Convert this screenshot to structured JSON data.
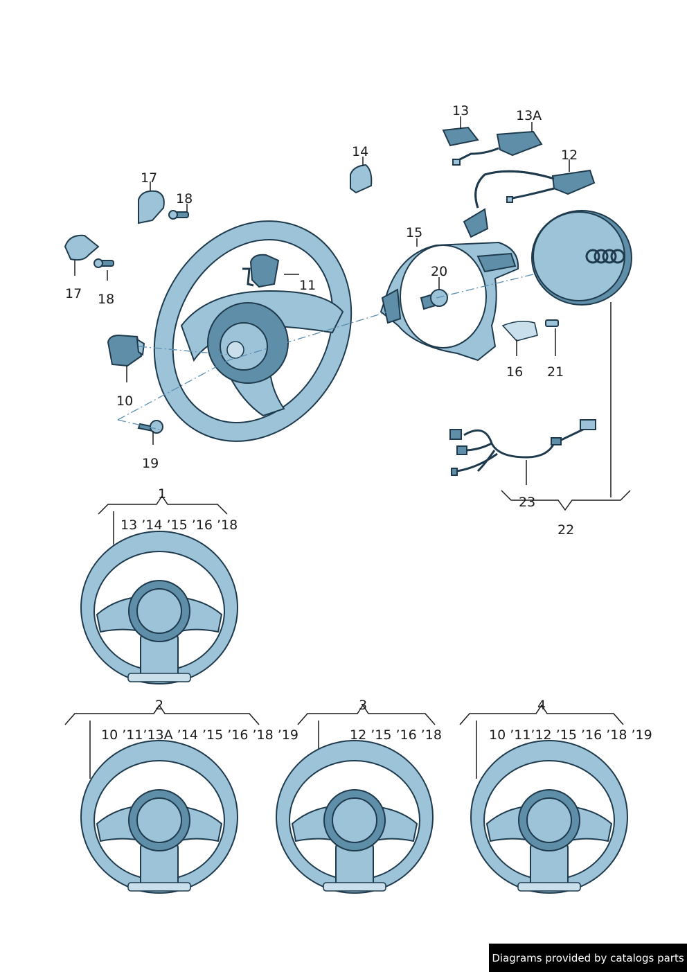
{
  "callouts": {
    "c1": "1",
    "c2": "2",
    "c3": "3",
    "c4": "4",
    "c10": "10",
    "c11": "11",
    "c12": "12",
    "c13": "13",
    "c13a": "13A",
    "c14": "14",
    "c15": "15",
    "c16": "16",
    "c17a": "17",
    "c17b": "17",
    "c18a": "18",
    "c18b": "18",
    "c19": "19",
    "c20": "20",
    "c21": "21",
    "c22": "22",
    "c23": "23"
  },
  "variants": {
    "v1": "13 ’14 ’15 ’16 ’18",
    "v2": "10 ’11’13A  ’14 ’15 ’16 ’18 ’19",
    "v3": "12 ’15 ’16 ’18",
    "v4": "10 ’11’12 ’15 ’16 ’18 ’19"
  },
  "footer": {
    "credit": "Diagrams provided by catalogs parts"
  },
  "colors": {
    "part_fill": "#9cc3d8",
    "outline": "#1e3a4c",
    "credit_bg": "#000000"
  }
}
